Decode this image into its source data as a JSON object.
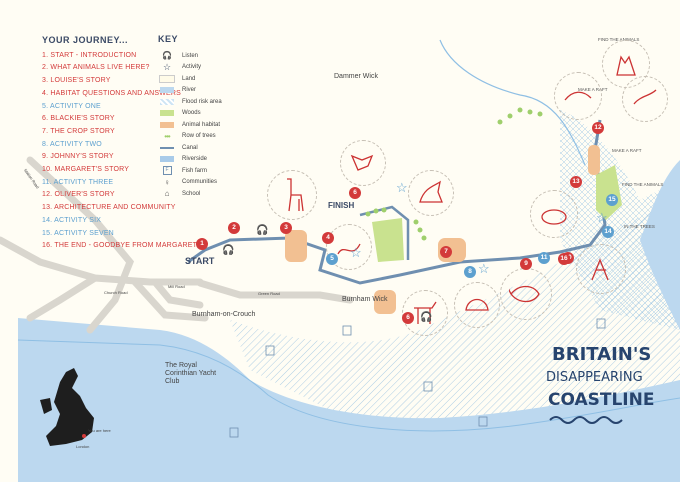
{
  "journey": {
    "heading": "YOUR JOURNEY...",
    "items": [
      {
        "label": "1. START - INTRODUCTION",
        "color": "#d33a3a"
      },
      {
        "label": "2. WHAT ANIMALS LIVE HERE?",
        "color": "#d33a3a"
      },
      {
        "label": "3. LOUISE'S STORY",
        "color": "#d33a3a"
      },
      {
        "label": "4. HABITAT QUESTIONS AND ANSWERS",
        "color": "#d33a3a"
      },
      {
        "label": "5. ACTIVITY ONE",
        "color": "#5da0cf"
      },
      {
        "label": "6. BLACKIE'S STORY",
        "color": "#d33a3a"
      },
      {
        "label": "7. THE CROP STORY",
        "color": "#d33a3a"
      },
      {
        "label": "8. ACTIVITY TWO",
        "color": "#5da0cf"
      },
      {
        "label": "9. JOHNNY'S STORY",
        "color": "#d33a3a"
      },
      {
        "label": "10. MARGARET'S STORY",
        "color": "#d33a3a"
      },
      {
        "label": "11. ACTIVITY THREE",
        "color": "#5da0cf"
      },
      {
        "label": "12. OLIVER'S STORY",
        "color": "#d33a3a"
      },
      {
        "label": "13. ARCHITECTURE AND COMMUNITY",
        "color": "#d33a3a"
      },
      {
        "label": "14. ACTIVITY SIX",
        "color": "#5da0cf"
      },
      {
        "label": "15. ACTIVITY SEVEN",
        "color": "#5da0cf"
      },
      {
        "label": "16. THE END - GOODBYE FROM MARGARET",
        "color": "#d33a3a"
      }
    ]
  },
  "key": {
    "heading": "KEY",
    "items": [
      {
        "label": "Listen",
        "icon": "headphones-icon"
      },
      {
        "label": "Activity",
        "icon": "star-icon"
      },
      {
        "label": "Land",
        "icon": "land-swatch"
      },
      {
        "label": "River",
        "icon": "river-swatch"
      },
      {
        "label": "Flood risk area",
        "icon": "flood-swatch"
      },
      {
        "label": "Woods",
        "icon": "woods-swatch"
      },
      {
        "label": "Animal habitat",
        "icon": "habitat-swatch"
      },
      {
        "label": "Row of trees",
        "icon": "trees-swatch"
      },
      {
        "label": "Canal",
        "icon": "canal-swatch"
      },
      {
        "label": "Riverside",
        "icon": "riverside-swatch"
      },
      {
        "label": "Fish farm",
        "icon": "fish-farm-icon"
      },
      {
        "label": "Communities",
        "icon": "person-icon"
      },
      {
        "label": "School",
        "icon": "school-icon"
      }
    ],
    "colors": {
      "land": "#fffbe8",
      "river": "#bcd8ef",
      "flood": "#cde4f4",
      "woods": "#c9e28f",
      "habitat": "#f2c092",
      "trees": "#9fcf6c",
      "canal": "#6f8fb0",
      "riverside": "#a9cbe9"
    }
  },
  "places": {
    "dammer_wick": "Dammer Wick",
    "burnham_wick": "Burnham Wick",
    "burnham": "Burnham-on-Crouch",
    "yacht_club": "The Royal Corinthian Yacht Club",
    "start": "START",
    "finish": "FINISH",
    "inset_you_are_here": "You are here",
    "inset_london": "London"
  },
  "roads": {
    "r1": "Station Road",
    "r2": "Church Road",
    "r3": "Green Road",
    "r4": "Mill Road"
  },
  "title": {
    "line1": "BRITAIN'S",
    "line2": "DISAPPEARING",
    "line3": "COASTLINE"
  },
  "annotations": {
    "make_a_raft": "MAKE A RAFT",
    "find_the_animals": "FIND THE ANIMALS",
    "make_a_raft_2": "MAKE A RAFT",
    "find_the_animals_2": "FIND THE ANIMALS",
    "in_the_trees": "IN THE TREES"
  },
  "markers": [
    {
      "label": "1",
      "type": "red"
    },
    {
      "label": "2",
      "type": "red"
    },
    {
      "label": "3",
      "type": "red"
    },
    {
      "label": "4",
      "type": "red"
    },
    {
      "label": "5",
      "type": "blue"
    },
    {
      "label": "6",
      "type": "red"
    },
    {
      "label": "6",
      "type": "red"
    },
    {
      "label": "7",
      "type": "red"
    },
    {
      "label": "8",
      "type": "blue"
    },
    {
      "label": "9",
      "type": "red"
    },
    {
      "label": "10",
      "type": "red"
    },
    {
      "label": "11",
      "type": "blue"
    },
    {
      "label": "12",
      "type": "red"
    },
    {
      "label": "13",
      "type": "red"
    },
    {
      "label": "14",
      "type": "blue"
    },
    {
      "label": "15",
      "type": "blue"
    },
    {
      "label": "16",
      "type": "red"
    }
  ]
}
